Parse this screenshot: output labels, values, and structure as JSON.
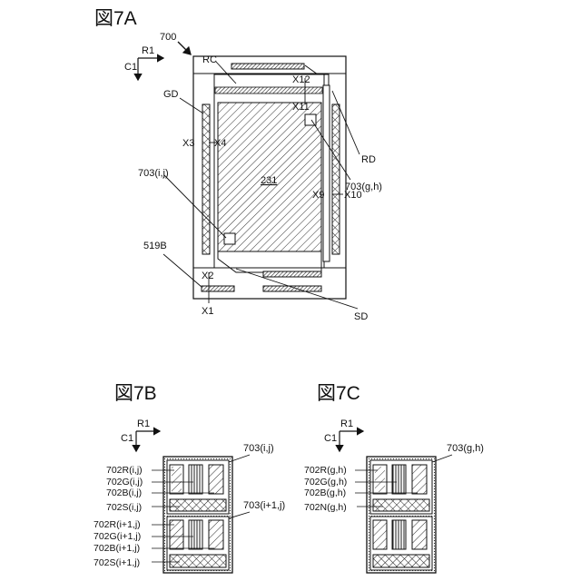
{
  "figures": {
    "a": {
      "title": "図7A",
      "ref": "700",
      "dir_r": "R1",
      "dir_c": "C1",
      "labels": {
        "rc": "RC",
        "x12": "X12",
        "x11": "X11",
        "gd": "GD",
        "x3": "X3",
        "x4": "X4",
        "rd": "RD",
        "area": "231",
        "p1": "703(i,j)",
        "p2": "703(g,h)",
        "x9": "X9",
        "x10": "X10",
        "b519": "519B",
        "x2": "X2",
        "x1": "X1",
        "sd": "SD"
      }
    },
    "b": {
      "title": "図7B",
      "dir_r": "R1",
      "dir_c": "C1",
      "top_ref": "703(i,j)",
      "mid_ref": "703(i+1,j)",
      "rows": [
        "702R(i,j)",
        "702G(i,j)",
        "702B(i,j)",
        "702S(i,j)",
        "702R(i+1,j)",
        "702G(i+1,j)",
        "702B(i+1,j)",
        "702S(i+1,j)"
      ]
    },
    "c": {
      "title": "図7C",
      "dir_r": "R1",
      "dir_c": "C1",
      "top_ref": "703(g,h)",
      "rows": [
        "702R(g,h)",
        "702G(g,h)",
        "702B(g,h)",
        "702N(g,h)"
      ]
    }
  }
}
